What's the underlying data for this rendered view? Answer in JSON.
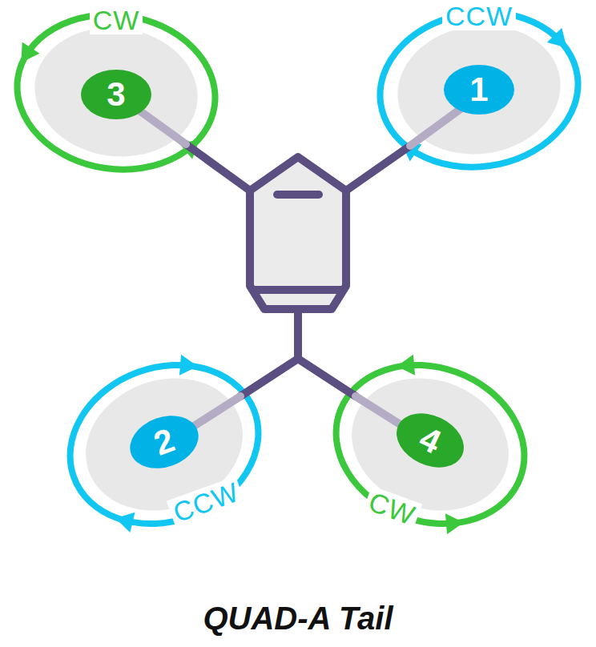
{
  "diagram": {
    "caption": "QUAD-A Tail",
    "nodes": [
      {
        "text": [
          "CW",
          "3"
        ]
      },
      {
        "text": [
          "CCW",
          "1"
        ]
      },
      {
        "text": [
          "2",
          "CCW"
        ]
      },
      {
        "text": [
          "4",
          "CW"
        ]
      }
    ]
  }
}
